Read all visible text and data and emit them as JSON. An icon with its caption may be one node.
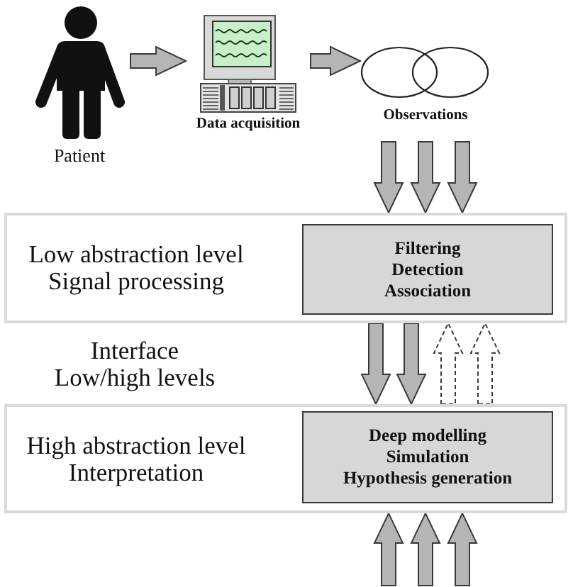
{
  "diagram": {
    "nodes": [
      {
        "text": [
          "Patient"
        ]
      },
      {
        "text": [
          "Data acquisition"
        ]
      },
      {
        "text": [
          "Observations"
        ]
      },
      {
        "text": [
          "Low abstraction level",
          "Signal processing"
        ]
      },
      {
        "text": [
          "Filtering",
          "Detection",
          "Association"
        ],
        "in": 3
      },
      {
        "text": [
          "High abstraction level",
          "Interpretation"
        ]
      },
      {
        "text": [
          "Deep modelling",
          "Simulation",
          "Hypothesis generation"
        ],
        "in": 5
      }
    ],
    "edges": [
      {
        "from": 0,
        "to": 1,
        "arrow": "to"
      },
      {
        "from": 1,
        "to": 2,
        "arrow": "to"
      },
      {
        "from": 2,
        "to": 3,
        "arrow": "to"
      },
      {
        "from": 2,
        "to": 3,
        "arrow": "to"
      },
      {
        "from": 2,
        "to": 3,
        "arrow": "to"
      },
      {
        "from": 3,
        "to": 5,
        "arrow": "to"
      },
      {
        "from": 3,
        "to": 5,
        "arrow": "to"
      },
      {
        "from": 5,
        "to": 3,
        "arrow": "to",
        "style": "dashed"
      },
      {
        "from": 5,
        "to": 3,
        "arrow": "to",
        "style": "dashed"
      },
      {
        "from": null,
        "to": 5,
        "arrow": "to"
      },
      {
        "from": null,
        "to": 5,
        "arrow": "to"
      },
      {
        "from": null,
        "to": 5,
        "arrow": "to"
      }
    ],
    "labels": [
      "Interface",
      "Low/high levels"
    ]
  }
}
